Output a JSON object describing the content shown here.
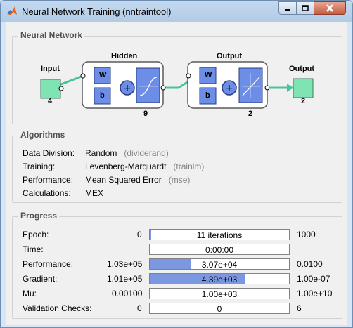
{
  "window": {
    "title": "Neural Network Training (nntraintool)"
  },
  "network": {
    "section_title": "Neural Network",
    "input": {
      "label": "Input",
      "size": "4"
    },
    "hidden": {
      "label": "Hidden",
      "weight": "W",
      "bias": "b",
      "size": "9"
    },
    "output_layer": {
      "label": "Output",
      "weight": "W",
      "bias": "b",
      "size": "2"
    },
    "output": {
      "label": "Output",
      "size": "2"
    },
    "colors": {
      "block": "#6d8ee6",
      "io": "#7fe4b3",
      "line": "#48c49a"
    }
  },
  "algorithms": {
    "section_title": "Algorithms",
    "rows": [
      {
        "label": "Data Division:",
        "value": "Random",
        "fn": "(dividerand)"
      },
      {
        "label": "Training:",
        "value": "Levenberg-Marquardt",
        "fn": "(trainlm)"
      },
      {
        "label": "Performance:",
        "value": "Mean Squared Error",
        "fn": "(mse)"
      },
      {
        "label": "Calculations:",
        "value": "MEX",
        "fn": ""
      }
    ]
  },
  "progress": {
    "section_title": "Progress",
    "rows": [
      {
        "label": "Epoch:",
        "start": "0",
        "bar": "11 iterations",
        "end": "1000",
        "fraction": 0.011
      },
      {
        "label": "Time:",
        "start": "",
        "bar": "0:00:00",
        "end": "",
        "fraction": 0
      },
      {
        "label": "Performance:",
        "start": "1.03e+05",
        "bar": "3.07e+04",
        "end": "0.0100",
        "fraction": 0.3
      },
      {
        "label": "Gradient:",
        "start": "1.01e+05",
        "bar": "4.39e+03",
        "end": "1.00e-07",
        "fraction": 0.68
      },
      {
        "label": "Mu:",
        "start": "0.00100",
        "bar": "1.00e+03",
        "end": "1.00e+10",
        "fraction": 0
      },
      {
        "label": "Validation Checks:",
        "start": "0",
        "bar": "0",
        "end": "6",
        "fraction": 0
      }
    ]
  }
}
